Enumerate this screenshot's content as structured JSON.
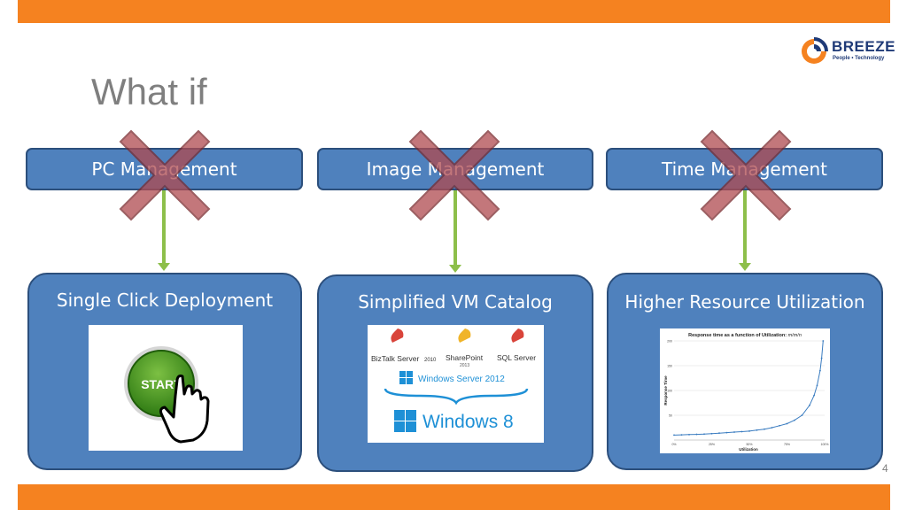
{
  "slide": {
    "title": "What if",
    "page_number": "4"
  },
  "logo": {
    "name": "BREEZE",
    "tagline": "People • Technology"
  },
  "columns": [
    {
      "top_label": "PC Management",
      "bottom_label": "Single Click Deployment",
      "start_button": "START"
    },
    {
      "top_label": "Image Management",
      "bottom_label": "Simplified VM Catalog",
      "products": {
        "biztalk": "BizTalk Server",
        "biztalk_year": "2010",
        "sharepoint": "SharePoint",
        "sharepoint_year": "2013",
        "sql": "SQL Server",
        "winserver": "Windows Server 2012",
        "win8": "Windows 8"
      }
    },
    {
      "top_label": "Time Management",
      "bottom_label": "Higher Resource Utilization",
      "chart_title": "Response time as a function of Utilization:",
      "chart_model": "m/m/n",
      "chart_ylabel": "Response Time",
      "chart_xlabel": "Utilization"
    }
  ],
  "chart_data": {
    "type": "line",
    "title": "Response time as a function of Utilization: m/m/n",
    "xlabel": "Utilization",
    "ylabel": "Response Time",
    "x_ticks": [
      "0%",
      "25%",
      "50%",
      "75%",
      "100%"
    ],
    "y_ticks": [
      "50",
      "100",
      "150",
      "200"
    ],
    "xlim": [
      0,
      100
    ],
    "ylim": [
      0,
      200
    ],
    "series": [
      {
        "x": [
          0,
          5,
          10,
          15,
          20,
          25,
          30,
          35,
          40,
          45,
          50,
          55,
          60,
          65,
          70,
          75,
          80,
          85,
          90,
          93,
          95,
          97,
          98,
          99
        ],
        "y": [
          10,
          10.5,
          11,
          11.5,
          12,
          13,
          14,
          15,
          16,
          17,
          18,
          20,
          22,
          25,
          29,
          33,
          40,
          50,
          70,
          90,
          110,
          140,
          165,
          200
        ]
      }
    ],
    "grid": true
  },
  "colors": {
    "accent": "#f58220",
    "box": "#4f81bd",
    "box_border": "#2c4f7c",
    "arrow": "#8dbf4a",
    "cross": "#b04a4f"
  }
}
